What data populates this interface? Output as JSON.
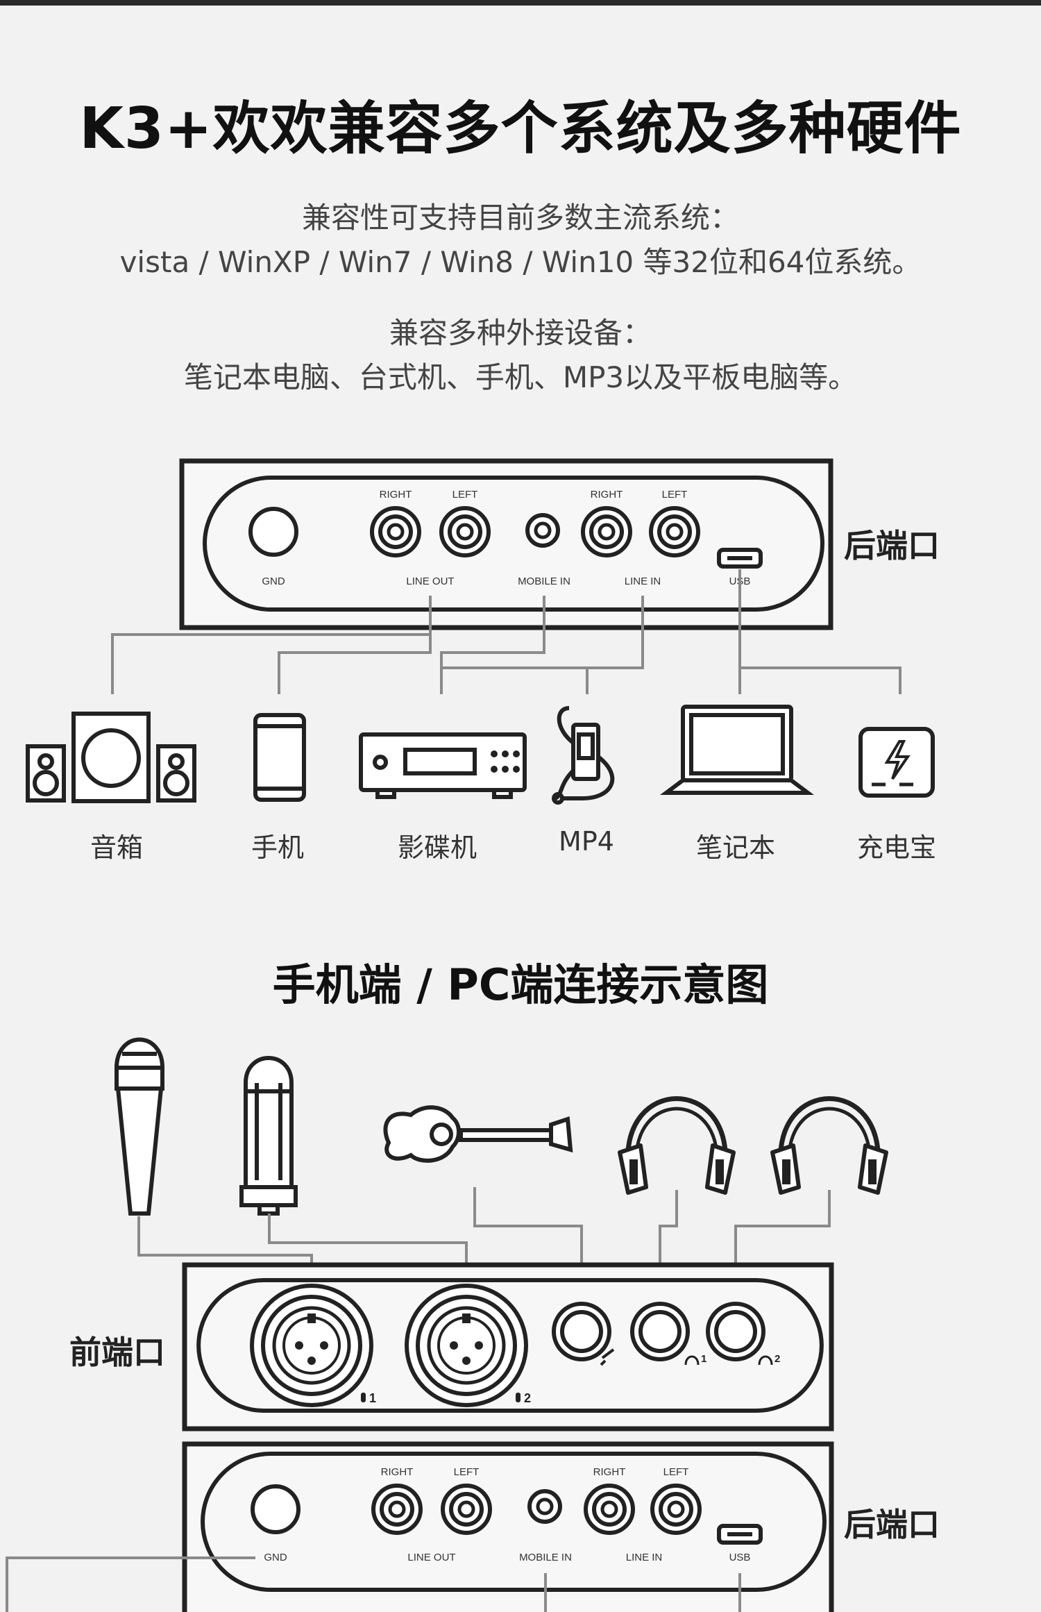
{
  "title": "K3+欢欢兼容多个系统及多种硬件",
  "compat_os": {
    "line1": "兼容性可支持目前多数主流系统：",
    "line2": "vista / WinXP / Win7 / Win8 / Win10 等32位和64位系统。"
  },
  "compat_devices": {
    "line1": "兼容多种外接设备：",
    "line2": "笔记本电脑、台式机、手机、MP3以及平板电脑等。"
  },
  "rear_panel": {
    "label": "后端口",
    "gnd": "GND",
    "right": "RIGHT",
    "left": "LEFT",
    "line_out": "LINE OUT",
    "mobile_in": "MOBILE IN",
    "line_in": "LINE IN",
    "usb": "USB"
  },
  "devices": [
    {
      "label": "音箱",
      "icon": "speakers-icon"
    },
    {
      "label": "手机",
      "icon": "phone-icon"
    },
    {
      "label": "影碟机",
      "icon": "dvd-player-icon"
    },
    {
      "label": "MP4",
      "icon": "mp4-player-icon"
    },
    {
      "label": "笔记本",
      "icon": "laptop-icon"
    },
    {
      "label": "充电宝",
      "icon": "power-bank-icon"
    }
  ],
  "section2_title": "手机端 / PC端连接示意图",
  "front_panel": {
    "label": "前端口",
    "mic1_num": "1",
    "mic2_num": "2",
    "hp1_num": "1",
    "hp2_num": "2"
  },
  "rear_panel_2": {
    "label": "后端口"
  }
}
